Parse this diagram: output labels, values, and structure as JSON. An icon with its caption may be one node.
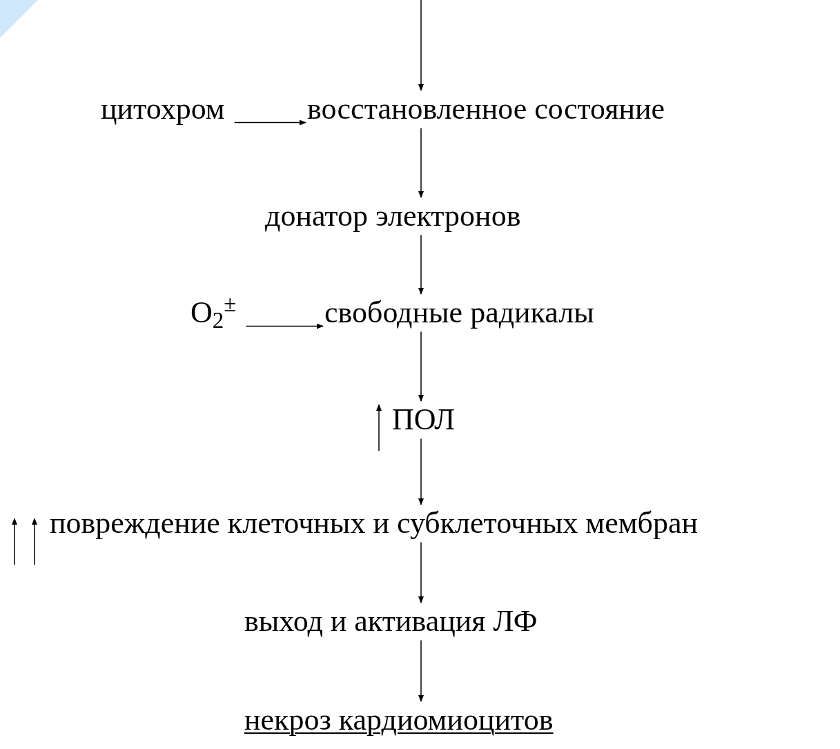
{
  "diagram": {
    "nodes": [
      {
        "text": [
          "цитохром"
        ]
      },
      {
        "text": [
          "восстановленное состояние"
        ]
      },
      {
        "text": [
          "донатор электронов"
        ]
      },
      {
        "text": [
          "O$_{2}$$^{±}$"
        ]
      },
      {
        "text": [
          "свободные радикалы"
        ]
      },
      {
        "text": [
          "ПОЛ"
        ]
      },
      {
        "text": [
          "повреждение клеточных и субклеточных мембран"
        ]
      },
      {
        "text": [
          "выход и активация ЛФ"
        ]
      },
      {
        "text": [
          "некроз кардиомиоцитов"
        ]
      }
    ],
    "edges": [
      {
        "from": null,
        "to": 1,
        "arrow": "to"
      },
      {
        "from": 0,
        "to": 1,
        "arrow": "to"
      },
      {
        "from": 1,
        "to": 2,
        "arrow": "to"
      },
      {
        "from": 2,
        "to": 4,
        "arrow": "to"
      },
      {
        "from": 3,
        "to": 4,
        "arrow": "to"
      },
      {
        "from": 4,
        "to": 5,
        "arrow": "to"
      },
      {
        "from": 5,
        "to": 6,
        "arrow": "to"
      },
      {
        "from": 6,
        "to": 7,
        "arrow": "to"
      },
      {
        "from": 7,
        "to": 8,
        "arrow": "to"
      }
    ]
  }
}
